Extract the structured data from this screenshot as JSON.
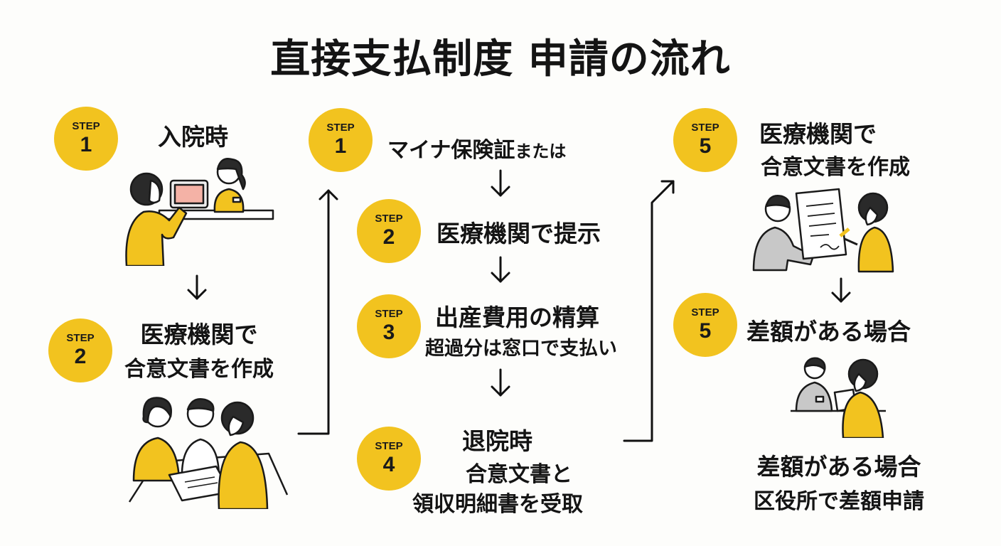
{
  "title": "直接支払制度 申請の流れ",
  "badge_word": "STEP",
  "colors": {
    "accent": "#f2c31f",
    "text": "#141414",
    "background": "#fdfdfb"
  },
  "left_column": {
    "step1": {
      "num": "1",
      "label": "入院時"
    },
    "step2": {
      "num": "2",
      "line1": "医療機関で",
      "line2": "合意文書を作成"
    }
  },
  "middle_column": {
    "step1": {
      "num": "1",
      "main": "マイナ保険証",
      "suffix": "または"
    },
    "step2": {
      "num": "2",
      "label": "医療機関で提示"
    },
    "step3": {
      "num": "3",
      "line1": "出産費用の精算",
      "line2": "超過分は窓口で支払い"
    },
    "step4": {
      "num": "4",
      "line1": "退院時",
      "line2": "合意文書と",
      "line3": "領収明細書を受取"
    }
  },
  "right_column": {
    "step5a": {
      "num": "5",
      "line1": "医療機関で",
      "line2": "合意文書を作成"
    },
    "step5b": {
      "num": "5",
      "label": "差額がある場合"
    },
    "bottom": {
      "line1": "差額がある場合",
      "line2": "区役所で差額申請"
    }
  },
  "icons": [
    "down-arrow-icon",
    "flow-connector-arrow-icon",
    "reception-illustration",
    "signing-illustration",
    "contract-illustration",
    "counter-illustration"
  ]
}
